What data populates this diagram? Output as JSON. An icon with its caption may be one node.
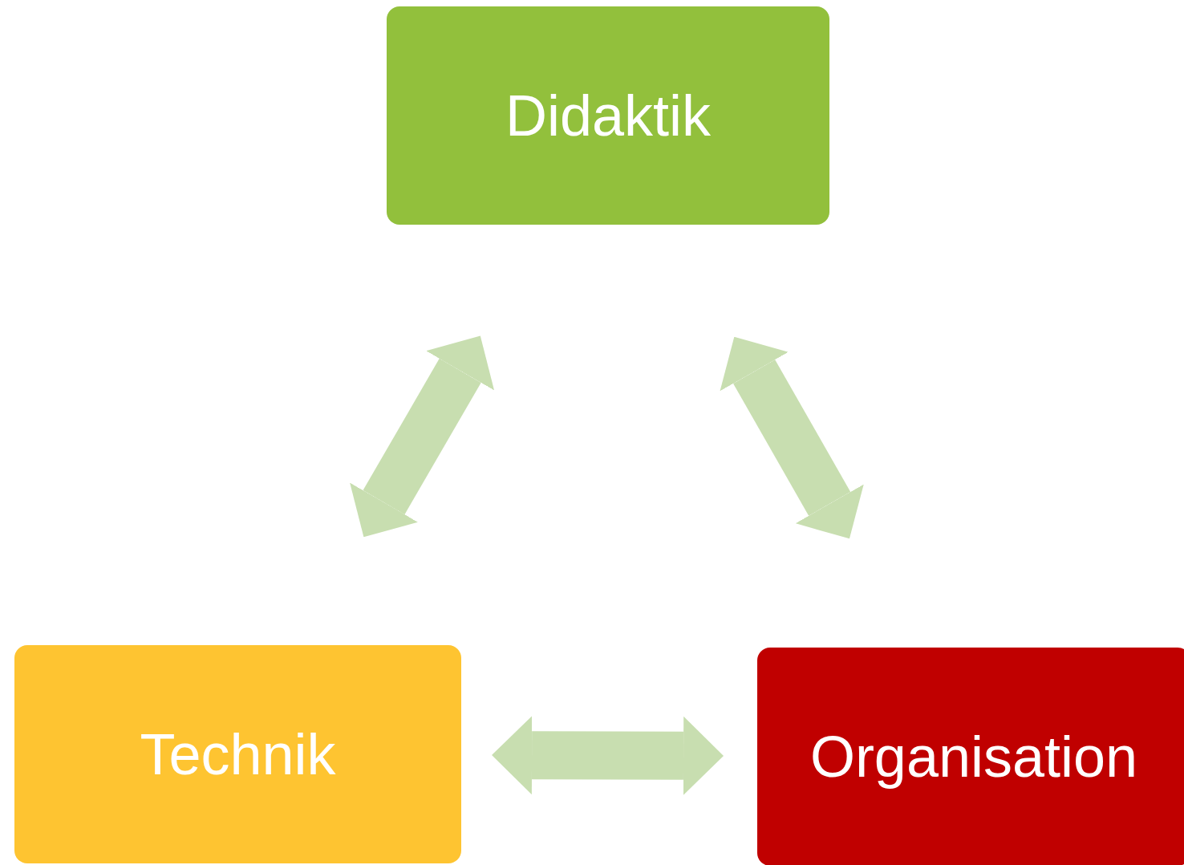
{
  "diagram": {
    "nodes": [
      {
        "text": [
          "Didaktik"
        ]
      },
      {
        "text": [
          "Technik"
        ]
      },
      {
        "text": [
          "Organisation"
        ]
      }
    ],
    "edges": [
      {
        "from": 0,
        "to": 1,
        "arrow": "both"
      },
      {
        "from": 0,
        "to": 2,
        "arrow": "both"
      },
      {
        "from": 1,
        "to": 2,
        "arrow": "both"
      }
    ]
  }
}
